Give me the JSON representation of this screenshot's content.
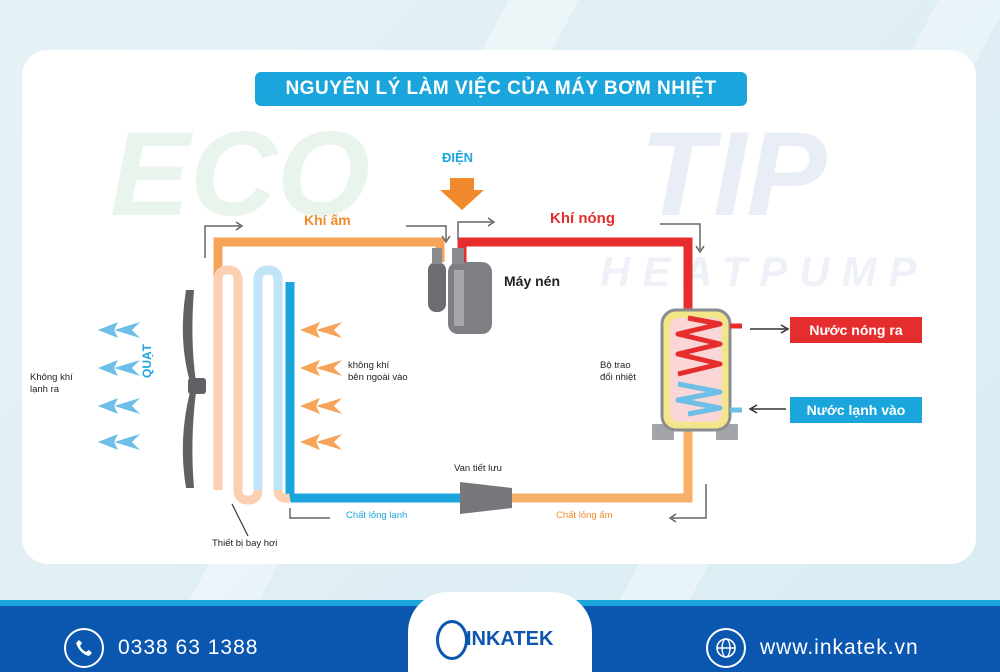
{
  "title": "NGUYÊN LÝ LÀM VIỆC CỦA MÁY BƠM NHIỆT",
  "watermark": {
    "word1": "ECO",
    "word2": "TIP",
    "word3": "HEATPUMP"
  },
  "labels": {
    "dien": "ĐIỆN",
    "khi_am": "Khí ấm",
    "khi_nong": "Khí nóng",
    "may_nen": "Máy nén",
    "khong_khi_ngoai_1": "không khí",
    "khong_khi_ngoai_2": "bên ngoài vào",
    "khong_khi_lanh_1": "Không khí",
    "khong_khi_lanh_2": "lạnh ra",
    "quat": "QUẠT",
    "bo_trao_1": "Bộ trao",
    "bo_trao_2": "đổi nhiệt",
    "nuoc_nong_ra": "Nước nóng ra",
    "nuoc_lanh_vao": "Nước lạnh vào",
    "van_tiet_luu": "Van tiết lưu",
    "chat_long_lanh": "Chất lỏng lạnh",
    "chat_long_am": "Chất lỏng ấm",
    "thiet_bi_bay_hoi": "Thiết bị bay hơi"
  },
  "footer": {
    "phone": "0338 63 1388",
    "brand": "INKATEK",
    "website": "www.inkatek.vn"
  },
  "colors": {
    "orange": "#f08a2c",
    "red": "#e52d2d",
    "blue": "#1aa5dd",
    "navy": "#0b57b0"
  }
}
